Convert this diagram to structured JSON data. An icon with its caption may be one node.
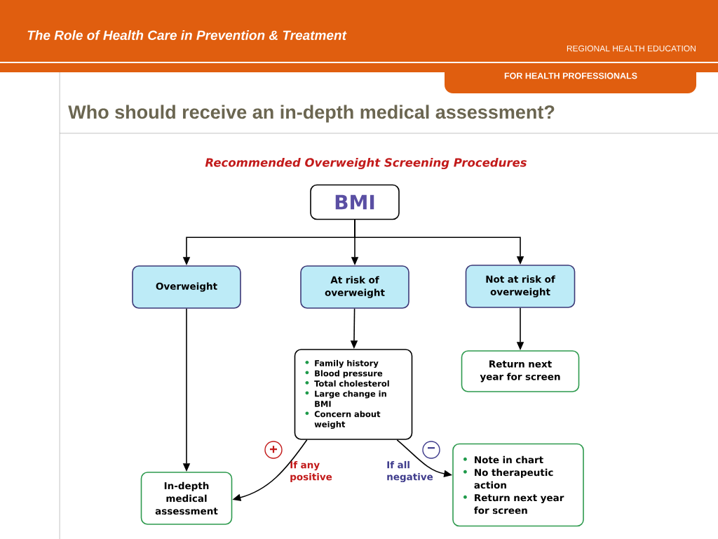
{
  "diagram": {
    "title": "Who should receive an in-depth medical assessment?",
    "nodes": [
      {
        "text": [
          "BMI"
        ]
      },
      {
        "text": [
          "Overweight"
        ]
      },
      {
        "text": [
          "At risk of overweight"
        ]
      },
      {
        "text": [
          "Not at risk of overweight"
        ]
      },
      {
        "text": [
          "Family history",
          "Blood pressure",
          "Total cholesterol",
          "Large change in BMI",
          "Concern about weight"
        ]
      },
      {
        "text": [
          "Return next year for screen"
        ]
      },
      {
        "text": [
          "In-depth medical assessment"
        ]
      },
      {
        "text": [
          "Note in chart",
          "No therapeutic action",
          "Return next year for screen"
        ]
      }
    ],
    "edges": [
      {
        "from": 0,
        "to": 1,
        "arrow": "to"
      },
      {
        "from": 0,
        "to": 2,
        "arrow": "to"
      },
      {
        "from": 0,
        "to": 3,
        "arrow": "to"
      },
      {
        "from": 1,
        "to": 6,
        "arrow": "to"
      },
      {
        "from": 2,
        "to": 4,
        "arrow": "to"
      },
      {
        "from": 3,
        "to": 5,
        "arrow": "to"
      },
      {
        "from": 4,
        "to": 6,
        "arrow": "to",
        "label": "If any positive"
      },
      {
        "from": 4,
        "to": 7,
        "arrow": "to",
        "label": "If all negative"
      }
    ],
    "labels": [
      "The Role of Health Care in Prevention & Treatment",
      "REGIONAL HEALTH EDUCATION",
      "FOR HEALTH PROFESSIONALS",
      "Recommended Overweight Screening Procedures",
      "+",
      "−"
    ]
  }
}
